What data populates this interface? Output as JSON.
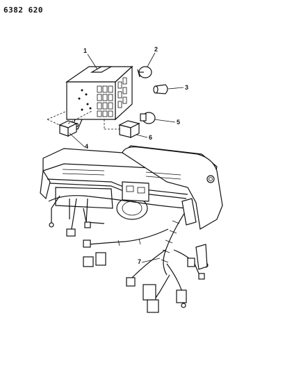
{
  "header": {
    "page_code": "6382 620"
  },
  "callouts": [
    {
      "id": "1",
      "label": "1"
    },
    {
      "id": "2",
      "label": "2"
    },
    {
      "id": "3",
      "label": "3"
    },
    {
      "id": "4",
      "label": "4"
    },
    {
      "id": "5",
      "label": "5"
    },
    {
      "id": "6",
      "label": "6"
    },
    {
      "id": "7",
      "label": "7"
    }
  ]
}
